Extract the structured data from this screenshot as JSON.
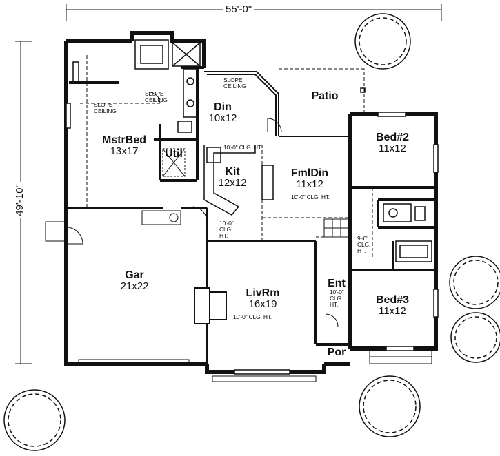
{
  "dimensions": {
    "width": "55'-0\"",
    "depth": "49'-10\""
  },
  "rooms": {
    "master_bed": {
      "name": "MstrBed",
      "size": "13x17"
    },
    "dining": {
      "name": "Din",
      "size": "10x12"
    },
    "kitchen": {
      "name": "Kit",
      "size": "12x12"
    },
    "utility": {
      "name": "Util"
    },
    "family_dining": {
      "name": "FmlDin",
      "size": "11x12"
    },
    "patio": {
      "name": "Patio"
    },
    "bed2": {
      "name": "Bed#2",
      "size": "11x12"
    },
    "bed3": {
      "name": "Bed#3",
      "size": "11x12"
    },
    "garage": {
      "name": "Gar",
      "size": "21x22"
    },
    "living": {
      "name": "LivRm",
      "size": "16x19"
    },
    "entry": {
      "name": "Ent"
    },
    "porch": {
      "name": "Por"
    }
  },
  "notes": {
    "slope_ceiling_master": "SLOPE\nCEILING",
    "slope_ceiling_bath": "SLOPE\nCEILING",
    "slope_ceiling_din": "SLOPE\nCEILING",
    "kit_clg": "10'-0\" CLG. HT.",
    "fmldin_clg": "10'-0\" CLG. HT.",
    "hall_clg": "10'-0\"\nCLG.\nHT.",
    "bed_hall_clg": "9'-0\"\nCLG.\nHT.",
    "ent_clg": "10'-0\"\nCLG.\nHT.",
    "livrm_clg": "10'-0\" CLG. HT."
  }
}
